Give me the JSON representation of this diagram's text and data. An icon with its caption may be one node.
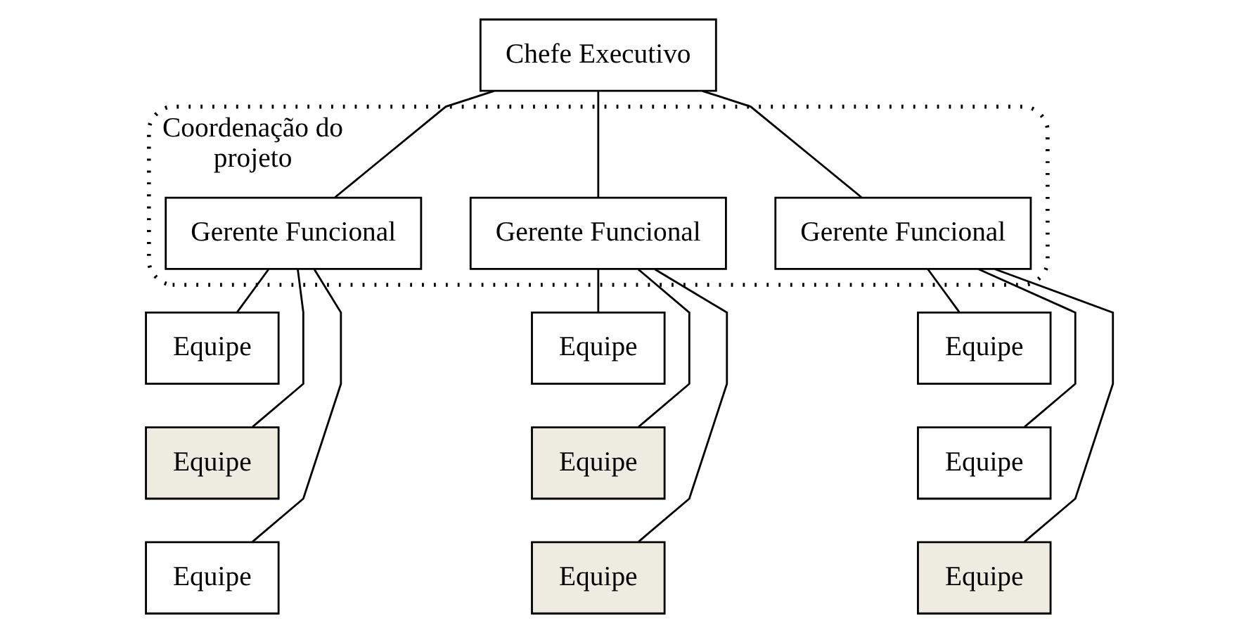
{
  "diagram": {
    "nodes": [
      {
        "text": [
          "Chefe Executivo"
        ]
      },
      {
        "text": [
          "Coordenação do projeto"
        ]
      },
      {
        "text": [
          "Gerente Funcional"
        ],
        "in": 1
      },
      {
        "text": [
          "Gerente Funcional"
        ],
        "in": 1
      },
      {
        "text": [
          "Gerente Funcional"
        ],
        "in": 1
      },
      {
        "text": [
          "Equipe"
        ]
      },
      {
        "text": [
          "Equipe"
        ]
      },
      {
        "text": [
          "Equipe"
        ]
      },
      {
        "text": [
          "Equipe"
        ]
      },
      {
        "text": [
          "Equipe"
        ]
      },
      {
        "text": [
          "Equipe"
        ]
      },
      {
        "text": [
          "Equipe"
        ]
      },
      {
        "text": [
          "Equipe"
        ]
      },
      {
        "text": [
          "Equipe"
        ]
      }
    ],
    "edges": [
      {
        "from": 0,
        "to": 2,
        "arrow": "none"
      },
      {
        "from": 0,
        "to": 3,
        "arrow": "none"
      },
      {
        "from": 0,
        "to": 4,
        "arrow": "none"
      },
      {
        "from": 2,
        "to": 5,
        "arrow": "none"
      },
      {
        "from": 2,
        "to": 6,
        "arrow": "none"
      },
      {
        "from": 2,
        "to": 7,
        "arrow": "none"
      },
      {
        "from": 3,
        "to": 8,
        "arrow": "none"
      },
      {
        "from": 3,
        "to": 9,
        "arrow": "none"
      },
      {
        "from": 3,
        "to": 10,
        "arrow": "none"
      },
      {
        "from": 4,
        "to": 11,
        "arrow": "none"
      },
      {
        "from": 4,
        "to": 12,
        "arrow": "none"
      },
      {
        "from": 4,
        "to": 13,
        "arrow": "none"
      }
    ]
  }
}
